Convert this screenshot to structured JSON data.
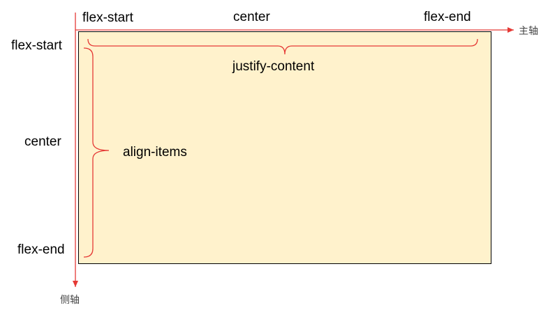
{
  "diagram": {
    "main_axis_label": "主轴",
    "cross_axis_label": "侧轴",
    "justify": {
      "start": "flex-start",
      "center": "center",
      "end": "flex-end",
      "group_label": "justify-content"
    },
    "align": {
      "start": "flex-start",
      "center": "center",
      "end": "flex-end",
      "group_label": "align-items"
    },
    "colors": {
      "container_fill": "#fff2cc",
      "container_border": "#000000",
      "axis": "#e53935",
      "bracket": "#e53935",
      "text": "#000000"
    }
  }
}
